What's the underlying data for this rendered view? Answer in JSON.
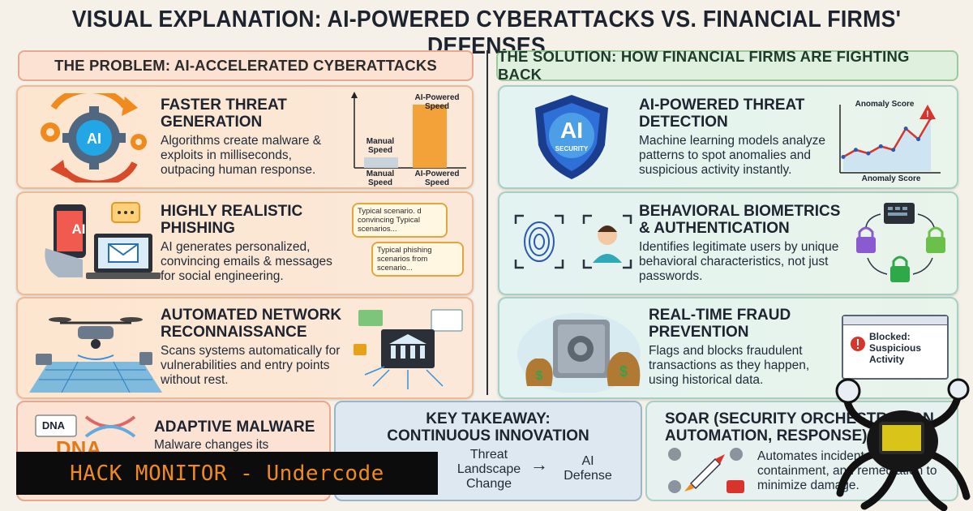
{
  "title": "VISUAL EXPLANATION: AI-POWERED CYBERATTACKS VS. FINANCIAL FIRMS' DEFENSES",
  "problem": {
    "heading": "THE PROBLEM: AI-ACCELERATED CYBERATTACKS",
    "cards": [
      {
        "title": "FASTER THREAT\nGENERATION",
        "body": "Algorithms create malware & exploits in milliseconds, outpacing human response."
      },
      {
        "title": "HIGHLY REALISTIC\nPHISHING",
        "body": "AI generates personalized, convincing emails & messages for social engineering."
      },
      {
        "title": "AUTOMATED NETWORK\nRECONNAISSANCE",
        "body": "Scans systems automatically for vulnerabilities and entry points without rest."
      }
    ],
    "speed_chart": {
      "bar_labels_top": [
        "Manual Speed",
        "AI-Powered Speed"
      ],
      "bar_labels_bottom": [
        "Manual Speed",
        "AI-Powered Speed"
      ],
      "values": [
        1,
        6
      ],
      "colors": [
        "#c9d3dc",
        "#f3a23a"
      ]
    },
    "phishing_bubbles": [
      "Typical scenario. d convincing Typical scenarios...",
      "Typical phishing scenarios from scenario..."
    ],
    "ai_phone_label": "AI",
    "ai_gear_label": "AI"
  },
  "solution": {
    "heading": "THE SOLUTION: HOW FINANCIAL FIRMS ARE FIGHTING BACK",
    "cards": [
      {
        "title": "AI-POWERED THREAT\nDETECTION",
        "body": "Machine learning models analyze patterns to spot anomalies and suspicious activity instantly."
      },
      {
        "title": "BEHAVIORAL BIOMETRICS\n& AUTHENTICATION",
        "body": "Identifies legitimate users by unique behavioral characteristics, not just passwords."
      },
      {
        "title": "REAL-TIME FRAUD\nPREVENTION",
        "body": "Flags and blocks fraudulent transactions as they happen, using historical data."
      }
    ],
    "shield_labels": [
      "AI",
      "SECURITY"
    ],
    "anomaly_chart": {
      "top_label": "Anomaly Score",
      "bottom_label": "Anomaly Score",
      "values": [
        2,
        3,
        2.5,
        3.5,
        3,
        6,
        4.5,
        7.5
      ]
    },
    "blocked_popup": "Blocked: Suspicious Activity"
  },
  "bottom": {
    "malware": {
      "title": "ADAPTIVE MALWARE",
      "body": "Malware changes its",
      "dna": "DNA"
    },
    "takeaway": {
      "title": "KEY TAKEAWAY:\nCONTINUOUS INNOVATION",
      "left": "Threat Landscape Change",
      "arrow": "→",
      "right": "AI Defense"
    },
    "soar": {
      "title": "SOAR (SECURITY ORCHESTRATION,\nAUTOMATION, RESPONSE)",
      "body": "Automates incident response, containment, and remediation to minimize damage."
    }
  },
  "watermark": "HACK MONITOR - Undercode",
  "colors": {
    "accent_orange": "#f08a1c",
    "problem_border": "#f0b996",
    "solution_border": "#a7d0c4",
    "alert_red": "#d9342b"
  }
}
